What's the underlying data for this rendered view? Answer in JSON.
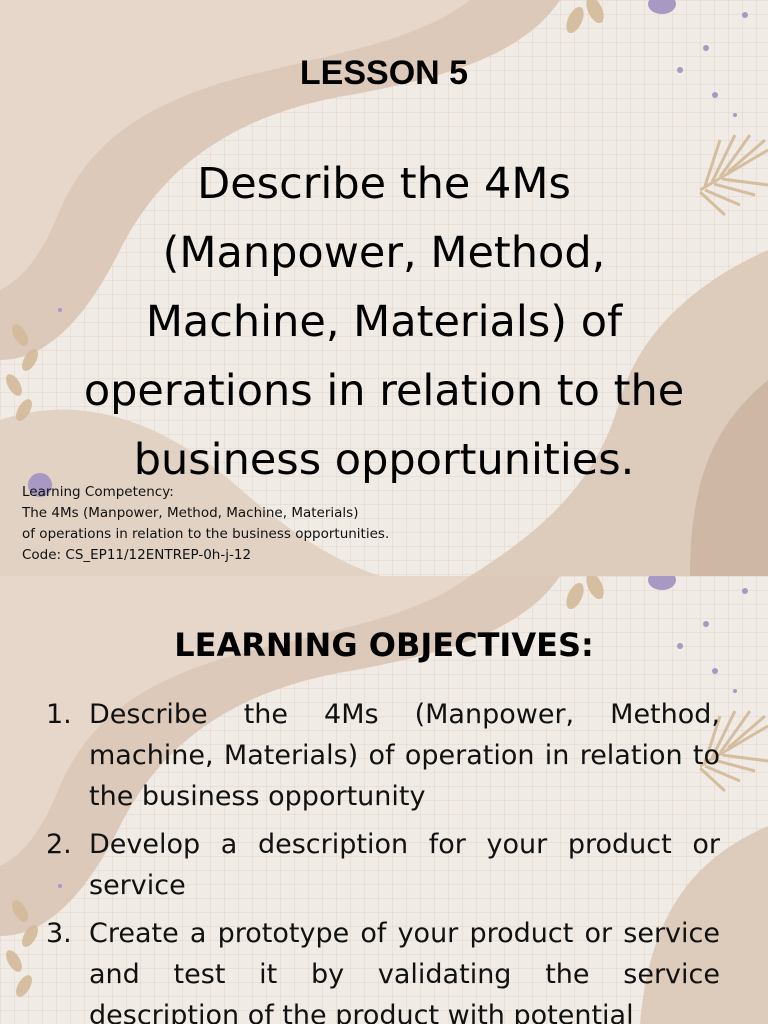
{
  "slide1": {
    "heading": "LESSON 5",
    "title": "Describe the 4Ms (Manpower, Method, Machine, Materials) of operations in relation to the business opportunities.",
    "competency": [
      "Learning Competency:",
      "The 4Ms (Manpower, Method, Machine, Materials)",
      "of operations in relation to the business opportunities.",
      "Code: CS_EP11/12ENTREP-0h-j-12"
    ]
  },
  "slide2": {
    "heading": "LEARNING OBJECTIVES:",
    "objectives": [
      {
        "num": "1.",
        "text": "Describe the 4Ms (Manpower, Method, machine, Materials) of operation in relation to the business opportunity"
      },
      {
        "num": "2.",
        "text": "Develop a description for your product or service"
      },
      {
        "num": "3.",
        "text": "Create a prototype of your product or service and test it by validating the service description of the product with potential"
      }
    ]
  },
  "colors": {
    "background": "#f1ebe5",
    "wave": "#d9c5b5",
    "wave_dark": "#c7ae9a",
    "leaf": "#d3b998",
    "dot": "#a898c4"
  }
}
